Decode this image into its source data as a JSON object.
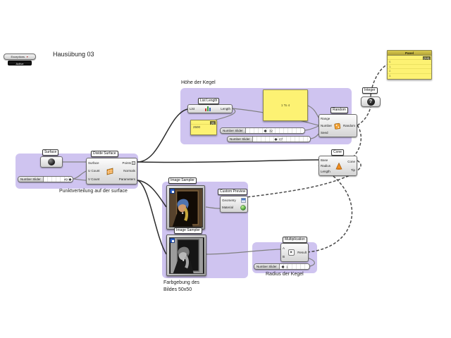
{
  "colors": {
    "canvas_bg": "#ffffff",
    "group_bg": "#cfc4f0",
    "panel_bg": "#fdf273",
    "panel_header": "#b3a338",
    "wire_solid": "#808080",
    "wire_dashed": "#4a4a4a"
  },
  "page_title": "Hausübung 03",
  "exceptions_widget": {
    "label": "Exceptions",
    "button_label": "Active"
  },
  "output_panel": {
    "title": "Panel",
    "path_chip": "{0;0}",
    "rows": [
      "0.",
      "1.",
      "2.",
      "3."
    ]
  },
  "integer_param": {
    "tag": "Integer",
    "glyph": "?"
  },
  "hoehe_group": {
    "label": "Höhe der Kegel",
    "list_length": {
      "tag": "List Length",
      "input": "List",
      "output": "Length"
    },
    "count_panel": {
      "path_chip": "{0}",
      "value": "2500"
    },
    "domain_panel": {
      "value": "1 To 4"
    },
    "slider_top": {
      "label": "Number Slider",
      "value": "32"
    },
    "slider_bottom": {
      "label": "Number Slider",
      "value": "67"
    },
    "random": {
      "tag": "Random",
      "inputs": [
        "Range",
        "Number",
        "Seed"
      ],
      "output": "Random"
    }
  },
  "surface_group": {
    "label": "Punktverteilung auf der surface",
    "surface_param": {
      "tag": "Surface"
    },
    "divide_surface": {
      "tag": "Divide Surface",
      "inputs": [
        "Surface",
        "U Count",
        "V Count"
      ],
      "outputs": [
        "Points",
        "Normals",
        "Parameters"
      ]
    },
    "slider": {
      "label": "Number Slider",
      "value": "49"
    }
  },
  "cone": {
    "tag": "Cone",
    "inputs": [
      "Base",
      "Radius",
      "Length"
    ],
    "outputs": [
      "Cone",
      "Tip"
    ]
  },
  "image_group": {
    "caption_line1": "Farbgebung des",
    "caption_line2": "Bildes 50x50",
    "sampler_top": {
      "tag": "Image Sampler"
    },
    "sampler_bottom": {
      "tag": "Image Sampler"
    },
    "custom_preview": {
      "tag": "Custom Preview",
      "inputs": [
        "Geometry",
        "Material"
      ]
    }
  },
  "radius_group": {
    "label": "Radius der Kegel",
    "multiplication": {
      "tag": "Multiplication",
      "inputs": [
        "A",
        "B"
      ],
      "output": "Result",
      "icon_glyph": "×"
    },
    "slider": {
      "label": "Number Slider",
      "value": "1"
    }
  }
}
